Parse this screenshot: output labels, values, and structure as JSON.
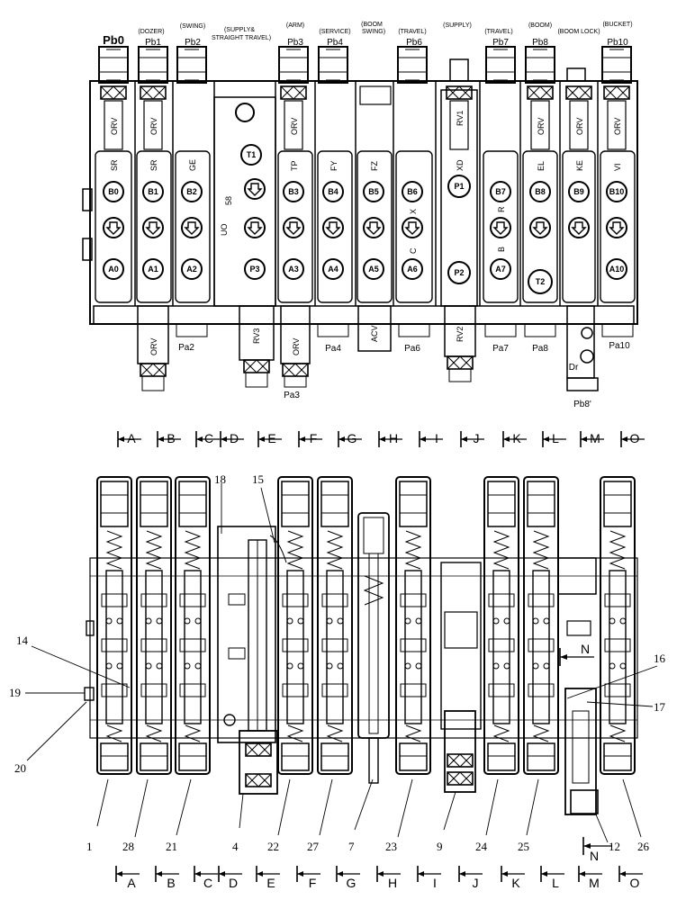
{
  "top_view": {
    "function_labels": [
      {
        "id": "dozer",
        "text": "(DOZER)"
      },
      {
        "id": "swing",
        "text": "(SWING)"
      },
      {
        "id": "supply_st_1",
        "text": "(SUPPLY&"
      },
      {
        "id": "supply_st_2",
        "text": "STRAIGHT TRAVEL)"
      },
      {
        "id": "arm",
        "text": "(ARM)"
      },
      {
        "id": "service",
        "text": "(SERVICE)"
      },
      {
        "id": "boom_swing_1",
        "text": "(BOOM"
      },
      {
        "id": "boom_swing_2",
        "text": "SWING)"
      },
      {
        "id": "travel1",
        "text": "(TRAVEL)"
      },
      {
        "id": "supply",
        "text": "(SUPPLY)"
      },
      {
        "id": "travel2",
        "text": "(TRAVEL)"
      },
      {
        "id": "boom",
        "text": "(BOOM)"
      },
      {
        "id": "boom_lock",
        "text": "(BOOM LOCK)"
      },
      {
        "id": "bucket",
        "text": "(BUCKET)"
      }
    ],
    "pilot_b_ports": [
      "Pb0",
      "Pb1",
      "Pb2",
      "Pb3",
      "Pb4",
      "Pb6",
      "Pb7",
      "Pb8",
      "Pb10"
    ],
    "section_codes": [
      "SR",
      "SR",
      "GE",
      "TP",
      "FY",
      "FZ",
      "XD",
      "EL",
      "KE",
      "VI"
    ],
    "orv_label": "ORV",
    "b_ports": [
      "B0",
      "B1",
      "B2",
      "B3",
      "B4",
      "B5",
      "B6",
      "B7",
      "B8",
      "B9",
      "B10"
    ],
    "a_ports": [
      "A0",
      "A1",
      "A2",
      "A3",
      "A4",
      "A5",
      "A6",
      "A7",
      "A10"
    ],
    "pump_ports": [
      "T1",
      "P3",
      "P1",
      "P2",
      "T2"
    ],
    "inlet_marks": [
      "UO",
      "58"
    ],
    "body_letters": [
      "X",
      "C",
      "R",
      "B"
    ],
    "relief_valves": [
      "RV1",
      "RV2",
      "RV3"
    ],
    "acv_label": "ACV",
    "pilot_a_ports": [
      "Pa2",
      "Pa3",
      "Pa4",
      "Pa6",
      "Pa7",
      "Pa8",
      "Pa10"
    ],
    "drain_ports": [
      "Dr",
      "Pb8'"
    ]
  },
  "section_marks": [
    "A",
    "B",
    "C",
    "D",
    "E",
    "F",
    "G",
    "H",
    "I",
    "J",
    "K",
    "L",
    "M",
    "O"
  ],
  "detail_view_marks": [
    "N",
    "N"
  ],
  "callouts": [
    "14",
    "19",
    "20",
    "18",
    "15",
    "16",
    "17",
    "1",
    "28",
    "21",
    "4",
    "22",
    "27",
    "7",
    "23",
    "9",
    "24",
    "25",
    "12",
    "26"
  ]
}
